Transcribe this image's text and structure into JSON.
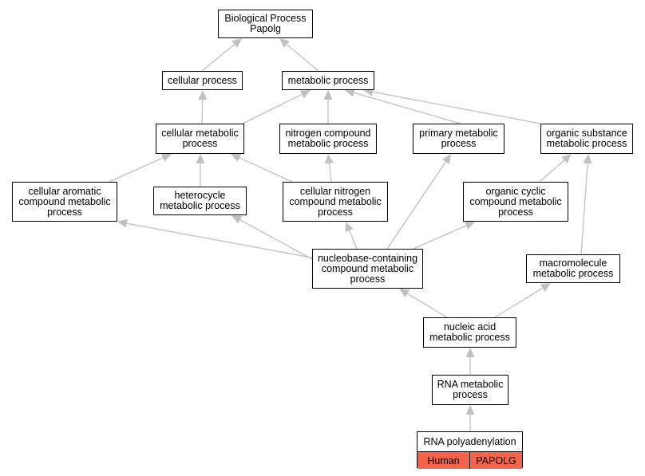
{
  "nodes": {
    "bp": "Biological Process\nPapolg",
    "cellular_process": "cellular process",
    "metabolic_process": "metabolic process",
    "cellular_metabolic": "cellular metabolic\nprocess",
    "nitrogen_compound": "nitrogen compound\nmetabolic process",
    "primary_metabolic": "primary metabolic\nprocess",
    "organic_substance": "organic substance\nmetabolic process",
    "cellular_aromatic": "cellular aromatic\ncompound metabolic\nprocess",
    "heterocycle": "heterocycle\nmetabolic process",
    "cellular_nitrogen": "cellular nitrogen\ncompound metabolic\nprocess",
    "organic_cyclic": "organic cyclic\ncompound metabolic\nprocess",
    "nucleobase": "nucleobase-containing\ncompound metabolic\nprocess",
    "macromolecule": "macromolecule\nmetabolic process",
    "nucleic_acid": "nucleic acid\nmetabolic process",
    "rna_metabolic": "RNA metabolic\nprocess"
  },
  "leaf": {
    "title": "RNA polyadenylation",
    "species": "Human",
    "gene": "PAPOLG"
  },
  "colors": {
    "edge": "#c0c0c0",
    "leaf_fill": "#f4644c"
  }
}
